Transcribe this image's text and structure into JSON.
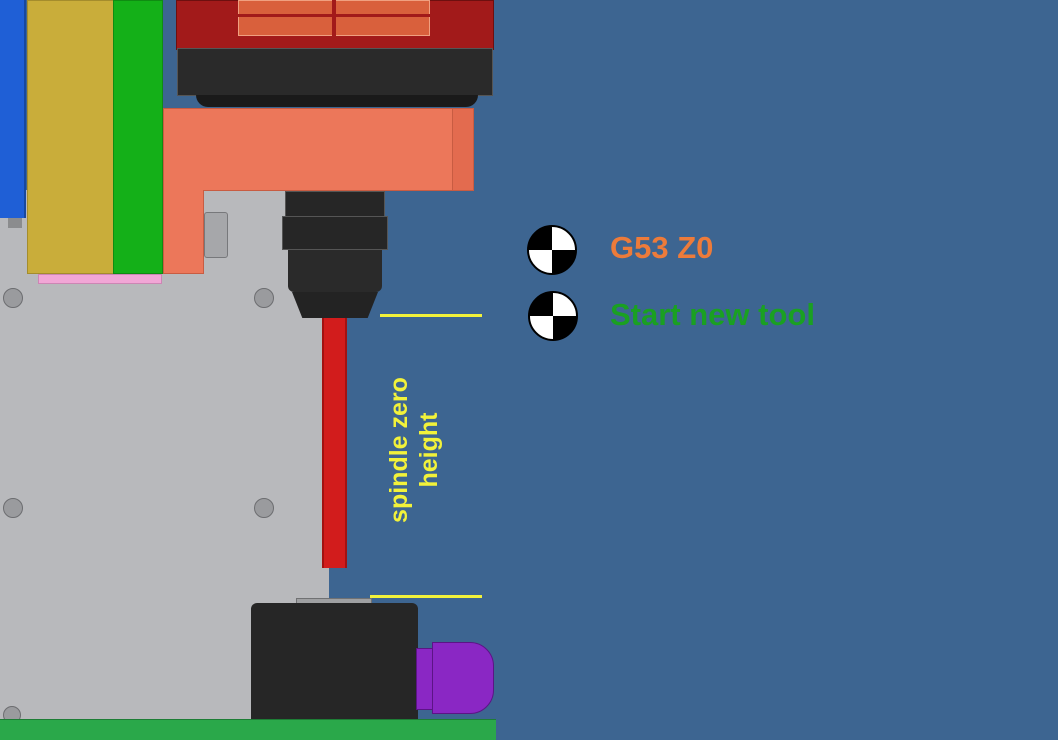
{
  "labels": {
    "g53": "G53 Z0",
    "start": "Start new tool",
    "spindle_line1": "spindle zero",
    "spindle_line2": "height"
  },
  "icons": {
    "marker_g53": "checkered-target-icon",
    "marker_start": "checkered-target-icon"
  },
  "colors": {
    "background": "#3d6591",
    "g53_text": "#ed7b3a",
    "start_text": "#1aa022",
    "spindle_text": "#f2f23a",
    "tool": "#d21c1c",
    "bracket": "#ec775a",
    "nut": "#8a27c4",
    "base": "#2aa84a"
  }
}
